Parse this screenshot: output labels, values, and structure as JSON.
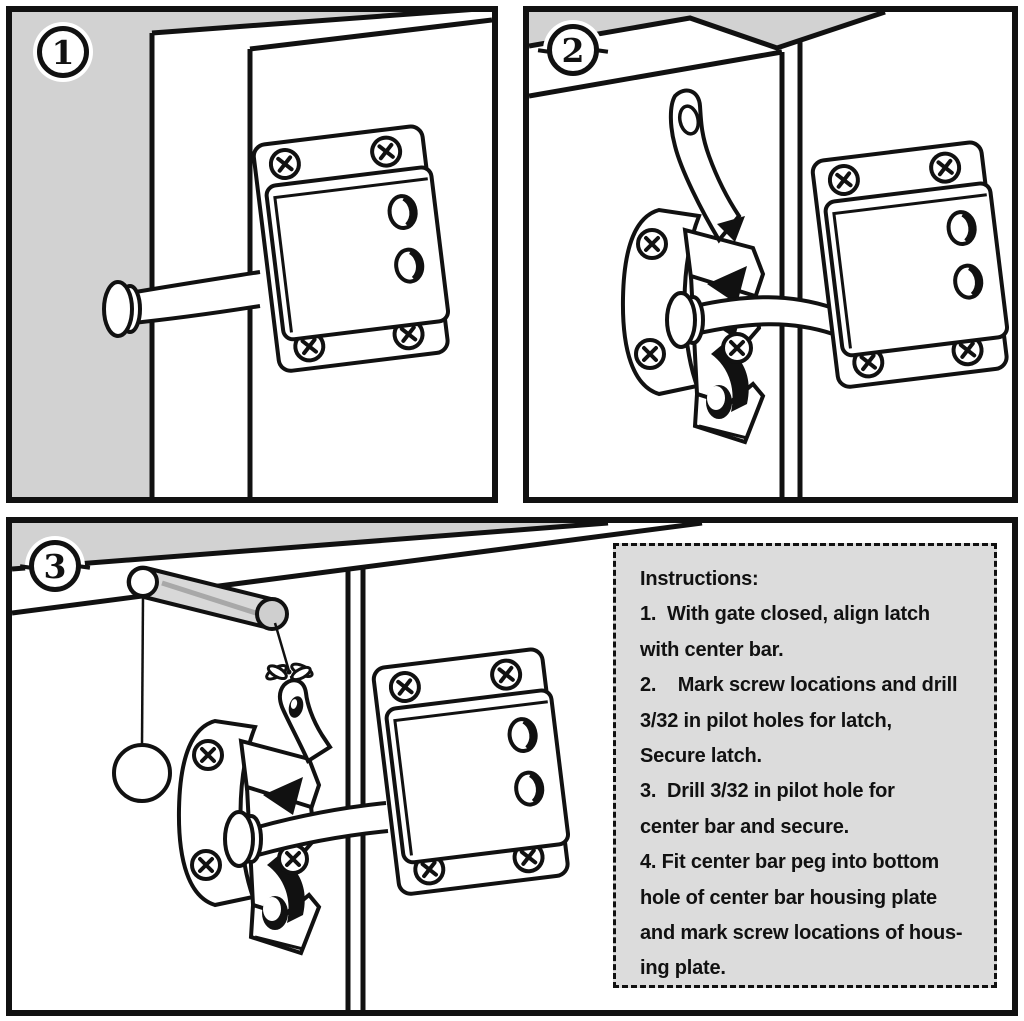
{
  "panels": [
    {
      "number": "1"
    },
    {
      "number": "2"
    },
    {
      "number": "3"
    }
  ],
  "instructions": {
    "lines": [
      "Instructions:",
      "1.  With gate closed, align latch",
      "with center bar.",
      "2.    Mark screw locations and drill",
      "3/32 in pilot holes for latch,",
      "Secure latch.",
      "3.  Drill 3/32 in pilot hole for",
      "center bar and secure.",
      "4. Fit center bar peg into bottom",
      "hole of center bar housing plate",
      "and mark screw locations of hous-",
      "ing plate."
    ]
  },
  "colors": {
    "panel_background_gray": "#d2d2d2",
    "instruction_box_gray": "#dcdcdc",
    "line_color": "#111111",
    "center_bar_gray": "#d8d8d8"
  }
}
